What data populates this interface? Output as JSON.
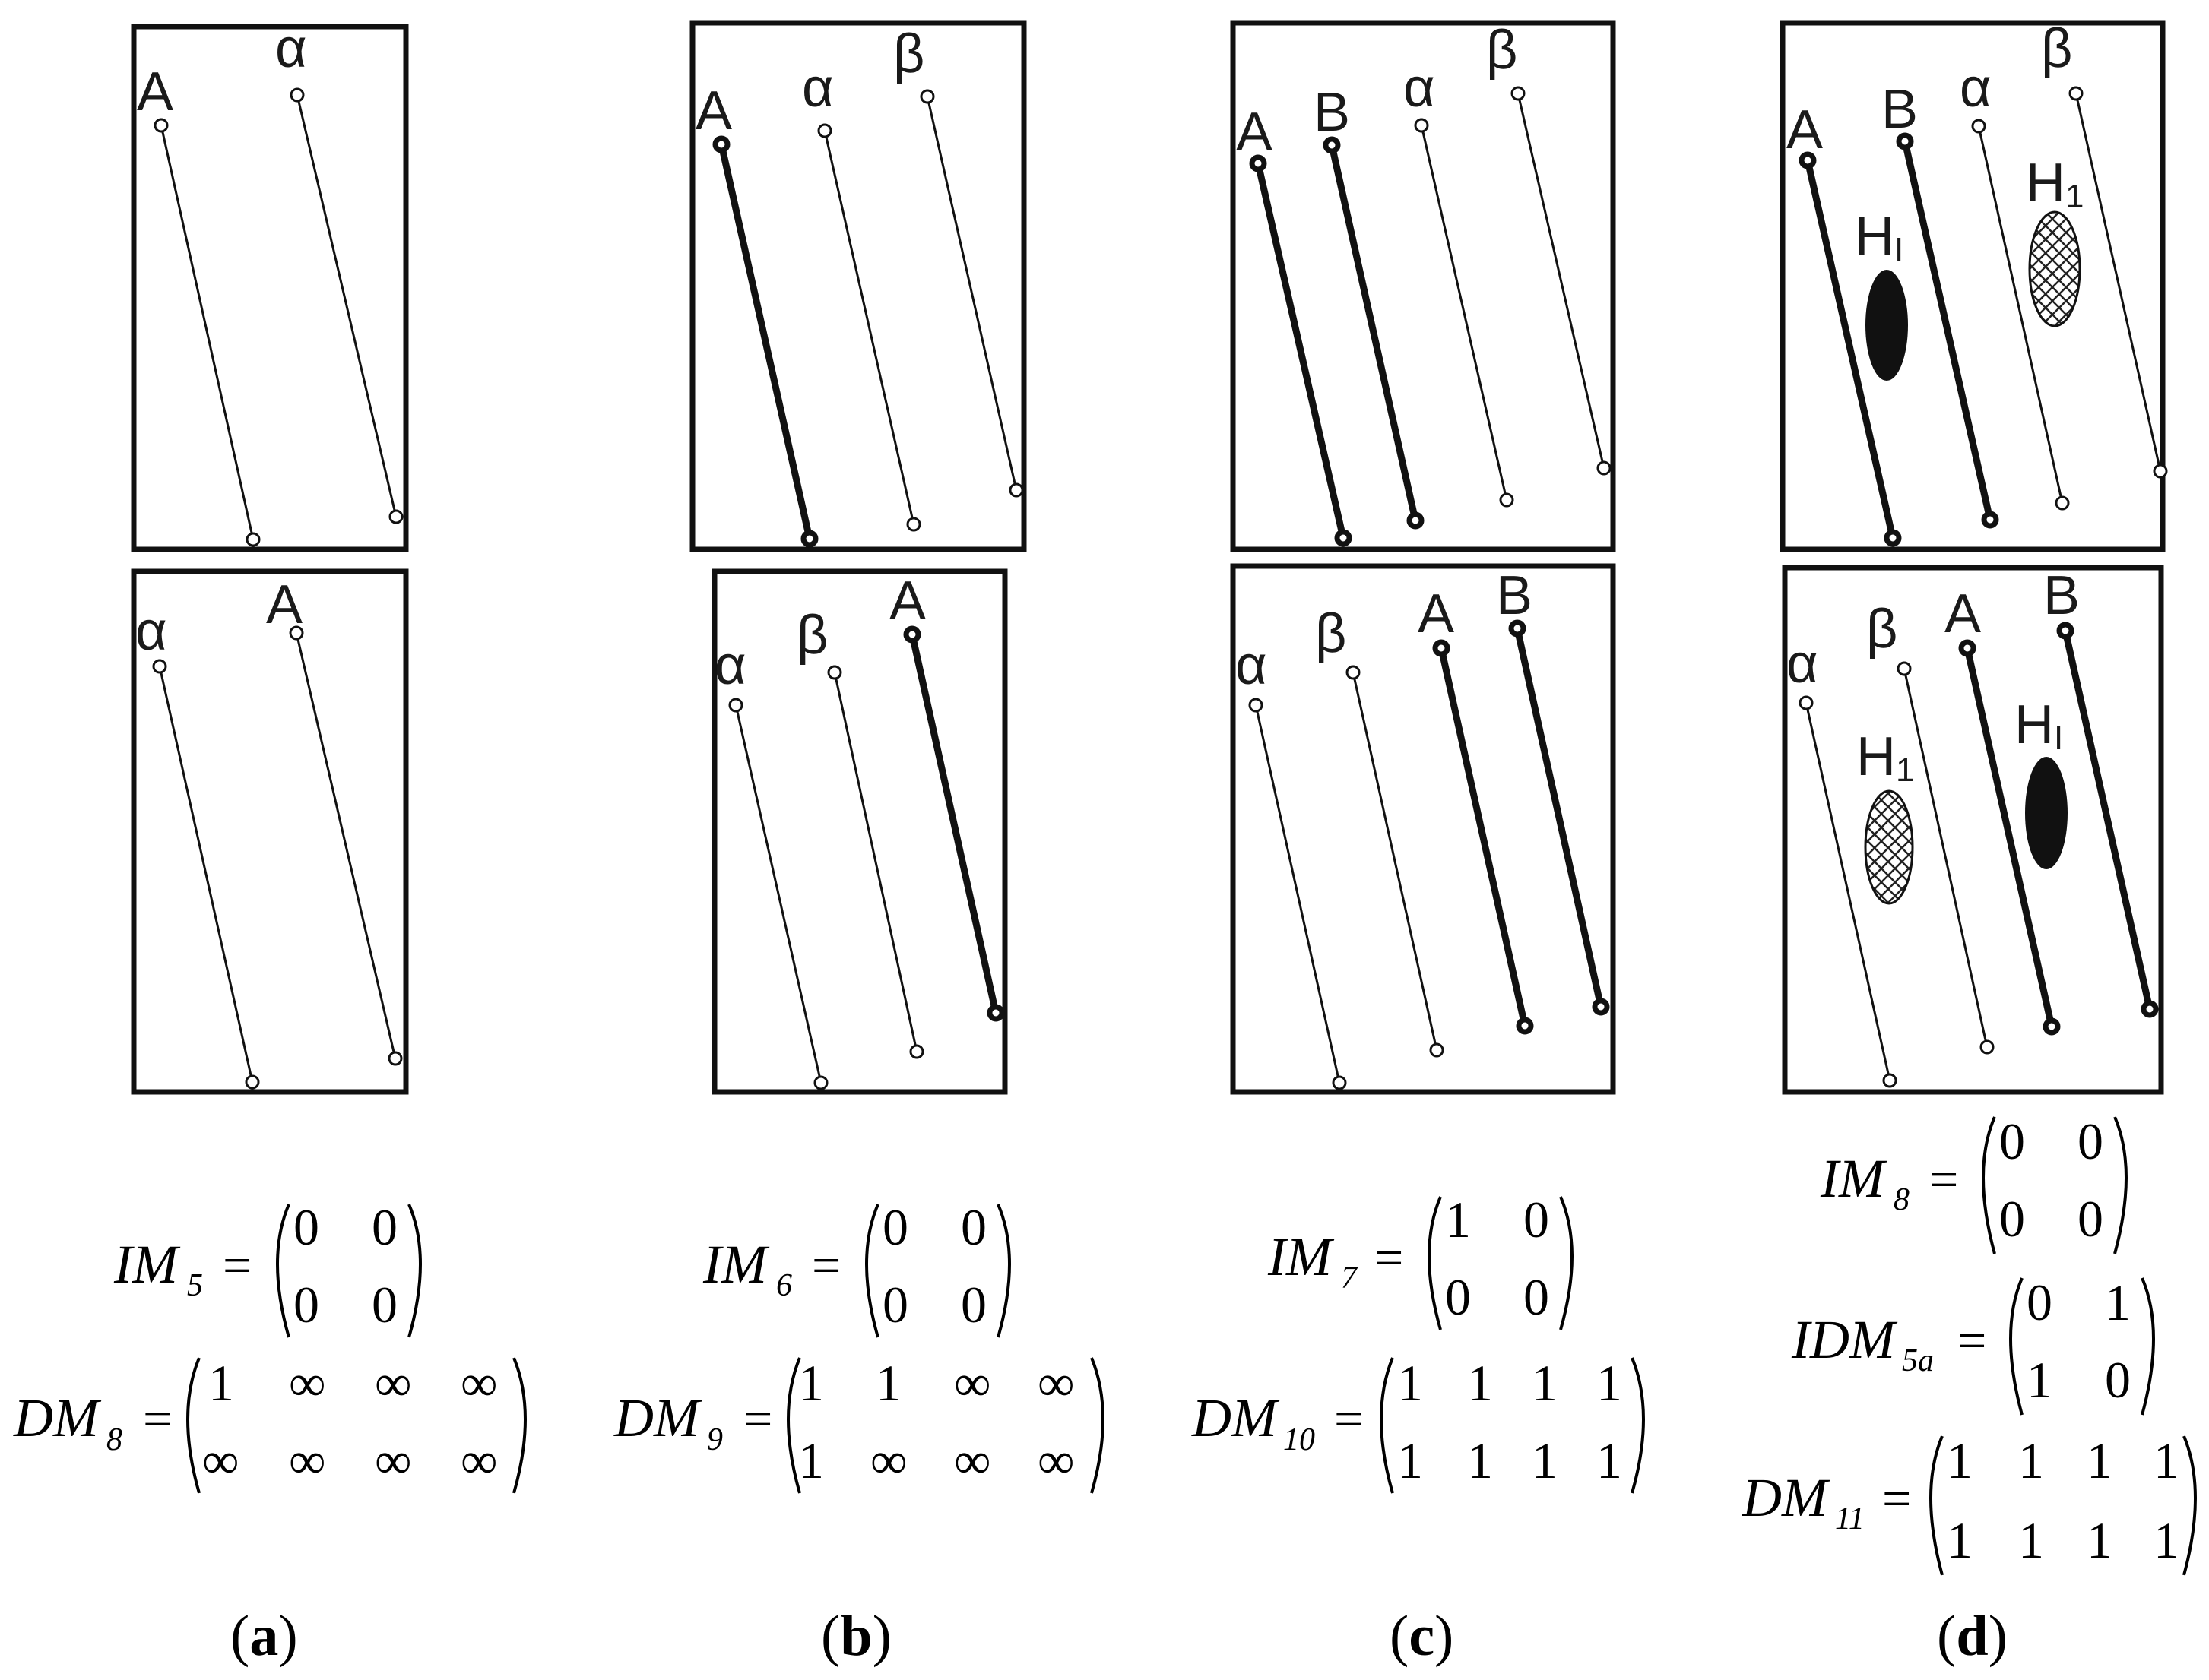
{
  "panels": [
    {
      "id": "a",
      "caption": {
        "open": "(",
        "letter": "a",
        "close": ")"
      },
      "top_labels": [
        "A",
        "α"
      ],
      "bottom_labels": [
        "α",
        "A"
      ],
      "im": {
        "name": "IM",
        "sub": "5",
        "rows": [
          [
            "0",
            "0"
          ],
          [
            "0",
            "0"
          ]
        ]
      },
      "dm": {
        "name": "DM",
        "sub": "8",
        "rows": [
          [
            "1",
            "∞",
            "∞",
            "∞"
          ],
          [
            "∞",
            "∞",
            "∞",
            "∞"
          ]
        ]
      }
    },
    {
      "id": "b",
      "caption": {
        "open": "(",
        "letter": "b",
        "close": ")"
      },
      "top_labels": [
        "A",
        "α",
        "β"
      ],
      "bottom_labels": [
        "α",
        "β",
        "A"
      ],
      "im": {
        "name": "IM",
        "sub": "6",
        "rows": [
          [
            "0",
            "0"
          ],
          [
            "0",
            "0"
          ]
        ]
      },
      "dm": {
        "name": "DM",
        "sub": "9",
        "rows": [
          [
            "1",
            "1",
            "∞",
            "∞"
          ],
          [
            "1",
            "∞",
            "∞",
            "∞"
          ]
        ]
      }
    },
    {
      "id": "c",
      "caption": {
        "open": "(",
        "letter": "c",
        "close": ")"
      },
      "top_labels": [
        "A",
        "B",
        "α",
        "β"
      ],
      "bottom_labels": [
        "α",
        "β",
        "A",
        "B"
      ],
      "im": {
        "name": "IM",
        "sub": "7",
        "rows": [
          [
            "1",
            "0"
          ],
          [
            "0",
            "0"
          ]
        ]
      },
      "dm": {
        "name": "DM",
        "sub": "10",
        "rows": [
          [
            "1",
            "1",
            "1",
            "1"
          ],
          [
            "1",
            "1",
            "1",
            "1"
          ]
        ]
      }
    },
    {
      "id": "d",
      "caption": {
        "open": "(",
        "letter": "d",
        "close": ")"
      },
      "top_labels": [
        "A",
        "B",
        "α",
        "β"
      ],
      "bottom_labels": [
        "α",
        "β",
        "A",
        "B"
      ],
      "hole_labels": {
        "black_top": "H",
        "black_top_sub": "I",
        "hatched_top": "H",
        "hatched_top_sub": "1",
        "hatched_bottom": "H",
        "hatched_bottom_sub": "1",
        "black_bottom": "H",
        "black_bottom_sub": "I"
      },
      "im": {
        "name": "IM",
        "sub": "8",
        "rows": [
          [
            "0",
            "0"
          ],
          [
            "0",
            "0"
          ]
        ]
      },
      "idm": {
        "name": "IDM",
        "sub": "5a",
        "rows": [
          [
            "0",
            "1"
          ],
          [
            "1",
            "0"
          ]
        ]
      },
      "dm": {
        "name": "DM",
        "sub": "11",
        "rows": [
          [
            "1",
            "1",
            "1",
            "1"
          ],
          [
            "1",
            "1",
            "1",
            "1"
          ]
        ]
      }
    }
  ],
  "symbols": {
    "equals": "="
  },
  "colors": {
    "ink": "#111111",
    "background": "#ffffff"
  }
}
